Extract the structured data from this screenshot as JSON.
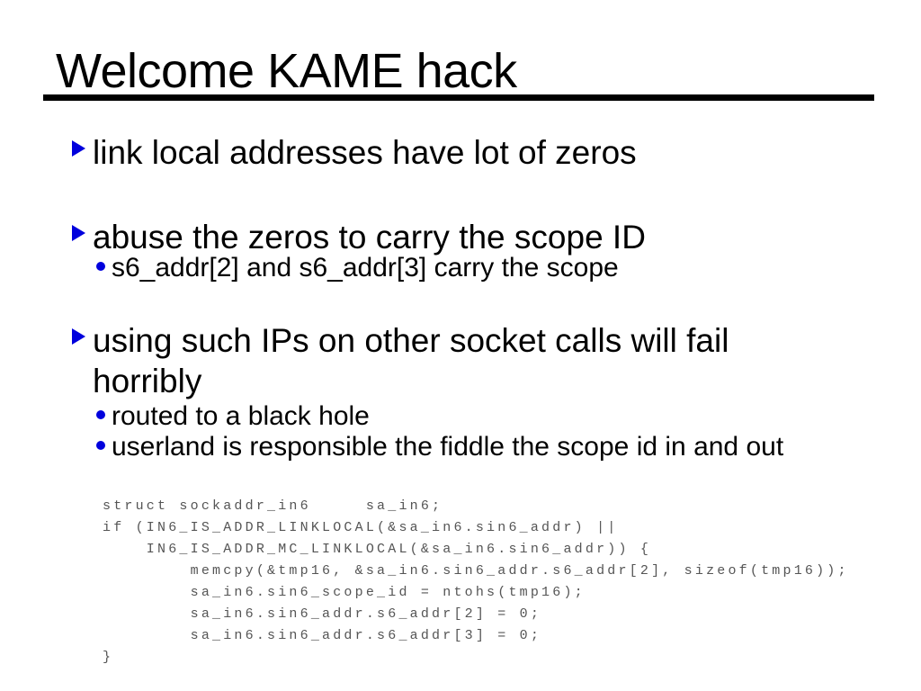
{
  "slide": {
    "title": "Welcome KAME hack",
    "bullets": {
      "b1": {
        "lines": [
          "link local addresses have lot of zeros"
        ]
      },
      "b2": {
        "lines": [
          "abuse the zeros to carry the scope ID"
        ],
        "sub": [
          "s6_addr[2] and s6_addr[3] carry the scope"
        ]
      },
      "b3": {
        "lines": [
          "using such IPs on other socket calls will fail",
          "horribly"
        ],
        "sub": [
          "routed to a black hole",
          "userland is responsible the fiddle the scope id in and out"
        ]
      }
    },
    "code": {
      "lines": [
        "struct sockaddr_in6     sa_in6;",
        "if (IN6_IS_ADDR_LINKLOCAL(&sa_in6.sin6_addr) ||",
        "    IN6_IS_ADDR_MC_LINKLOCAL(&sa_in6.sin6_addr)) {",
        "        memcpy(&tmp16, &sa_in6.sin6_addr.s6_addr[2], sizeof(tmp16));",
        "        sa_in6.sin6_scope_id = ntohs(tmp16);",
        "        sa_in6.sin6_addr.s6_addr[2] = 0;",
        "        sa_in6.sin6_addr.s6_addr[3] = 0;",
        "}"
      ]
    },
    "colors": {
      "bullet_blue": "#0000dd",
      "text": "#000000",
      "code_gray": "#555555",
      "rule": "#000000",
      "background": "#ffffff"
    }
  }
}
